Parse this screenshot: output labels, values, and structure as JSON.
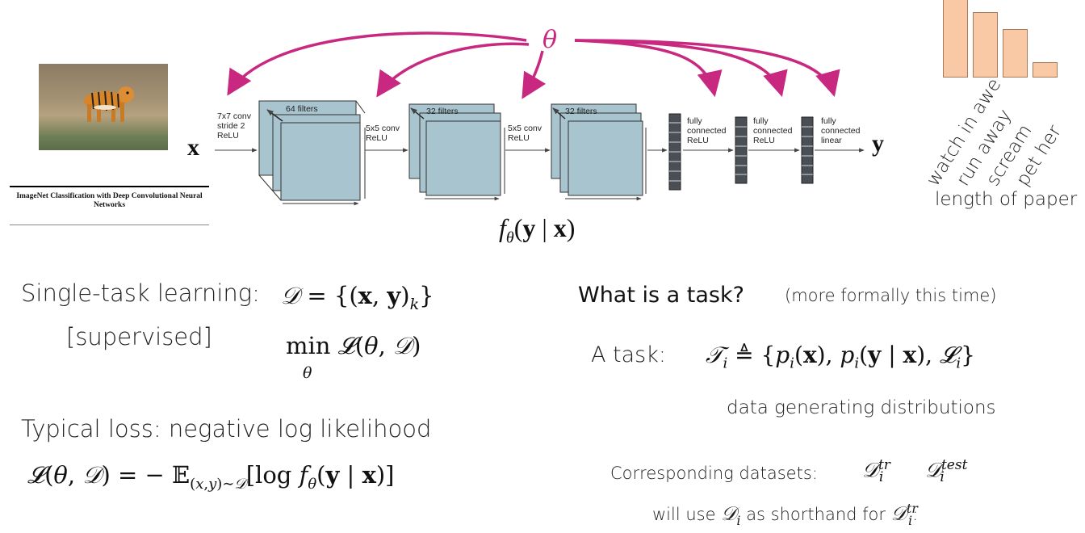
{
  "diagram": {
    "theta": "θ",
    "x_label": "x",
    "y_label": "y",
    "function_label": "f_θ(y | x)",
    "conv_layers": [
      {
        "pre_label": "7x7 conv\nstride 2\nReLU",
        "filters": "64 filters"
      },
      {
        "pre_label": "5x5 conv\nReLU",
        "filters": "32 filters"
      },
      {
        "pre_label": "5x5 conv\nReLU",
        "filters": "32 filters"
      }
    ],
    "fc_labels": [
      "fully\nconnected\nReLU",
      "fully\nconnected\nReLU",
      "fully\nconnected\nlinear"
    ],
    "arrow_color": "#c8287f",
    "box_color": "#a8c4cf"
  },
  "paper": {
    "title": "ImageNet Classification with Deep Convolutional Neural Networks"
  },
  "chart_data": {
    "type": "bar",
    "categories": [
      "watch in awe",
      "run away",
      "scream",
      "pet her"
    ],
    "values": [
      1.0,
      0.78,
      0.58,
      0.18
    ],
    "xlabel": "length of paper",
    "ylabel": "",
    "bar_color": "#f9c9a5"
  },
  "text": {
    "single_task": "Single-task learning:",
    "supervised": "[supervised]",
    "dataset_eq": "𝒟 = {(x, y)_k}",
    "min_eq": "min 𝓛(θ, 𝒟)",
    "min_sub": "θ",
    "typical_loss": "Typical loss: negative log likelihood",
    "loss_eq": "𝓛(θ, 𝒟) = − 𝔼_(x,y)∼𝒟 [log f_θ(y | x)]",
    "what_is_task": "What is a task?",
    "more_formally": "(more formally this time)",
    "a_task": "A task:",
    "task_eq": "𝒯_i ≜ {p_i(x), p_i(y | x), 𝓛_i}",
    "data_generating": "data generating distributions",
    "corresponding": "Corresponding datasets:",
    "d_tr": "𝒟_i^tr",
    "d_test": "𝒟_i^test",
    "shorthand_pre": "will use",
    "shorthand_mid": "as shorthand for",
    "d_i": "𝒟_i",
    "colon": ":"
  }
}
